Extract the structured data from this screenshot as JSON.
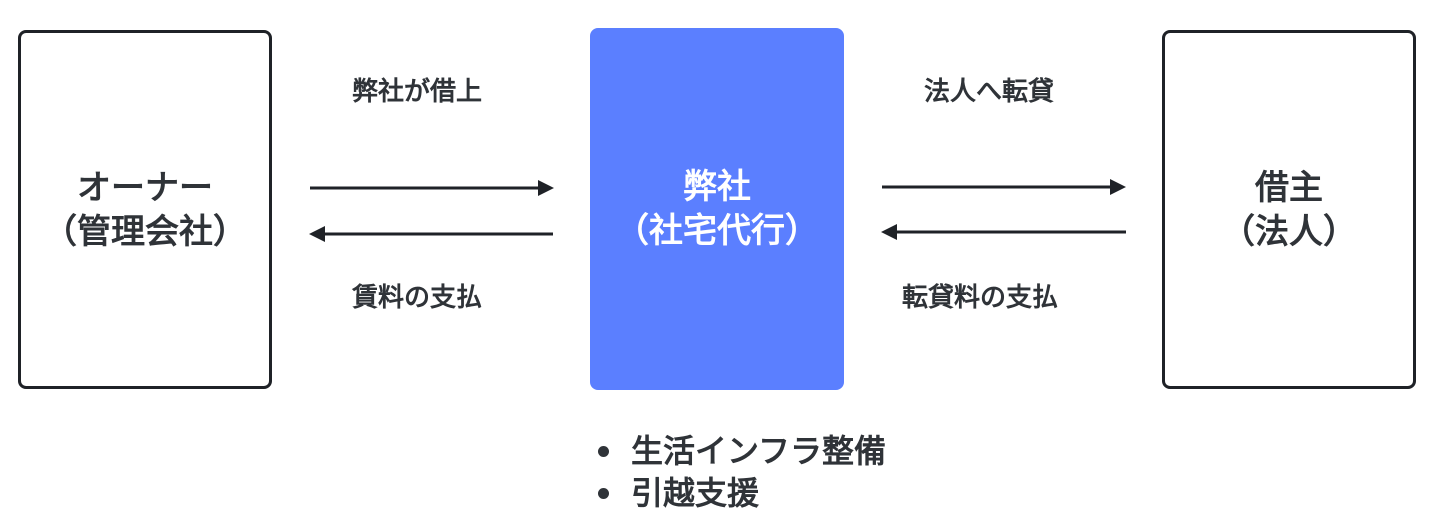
{
  "nodes": {
    "owner": {
      "line1": "オーナー",
      "line2": "（管理会社）"
    },
    "company": {
      "line1": "弊社",
      "line2": "（社宅代行）"
    },
    "borrower": {
      "line1": "借主",
      "line2": "（法人）"
    }
  },
  "edges": {
    "owner_to_company": "弊社が借上",
    "company_to_owner": "賃料の支払",
    "company_to_borrower": "法人へ転貸",
    "borrower_to_company": "転貸料の支払"
  },
  "services": [
    "生活インフラ整備",
    "引越支援"
  ],
  "colors": {
    "accent": "#5b7fff",
    "text": "#2f3338",
    "border": "#1f2227"
  }
}
